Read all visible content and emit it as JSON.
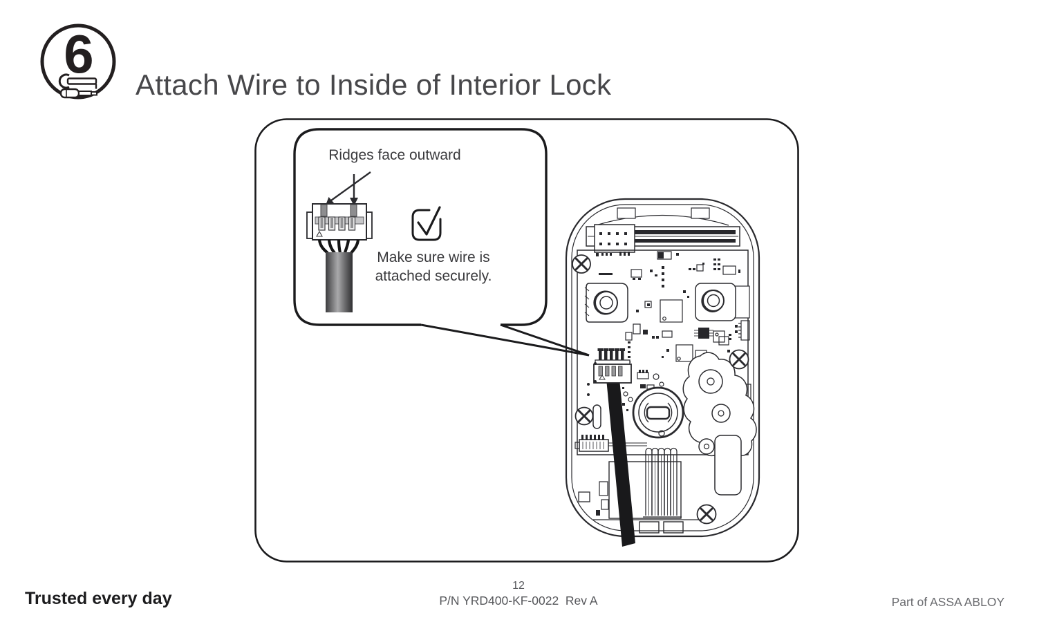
{
  "step": {
    "number": "6",
    "title": "Attach Wire to Inside of Interior Lock"
  },
  "figure": {
    "ridges_label": "Ridges face outward",
    "note_lines": [
      "Make sure wire is",
      "attached securely."
    ]
  },
  "footer": {
    "tagline": "Trusted every day",
    "page_number": "12",
    "part_number": "P/N YRD400-KF-0022  Rev A",
    "brand": "Part of ASSA ABLOY"
  },
  "colors": {
    "line_art": "#231f20",
    "body_text": "#3a3a3d",
    "muted_text": "#58595b",
    "cable_gray": "#8a8a8c"
  },
  "icons": {
    "step_badge": "wrench-screwdriver-icon",
    "confirm": "checked-checkbox-icon",
    "pointers": "down-arrow-icon"
  }
}
